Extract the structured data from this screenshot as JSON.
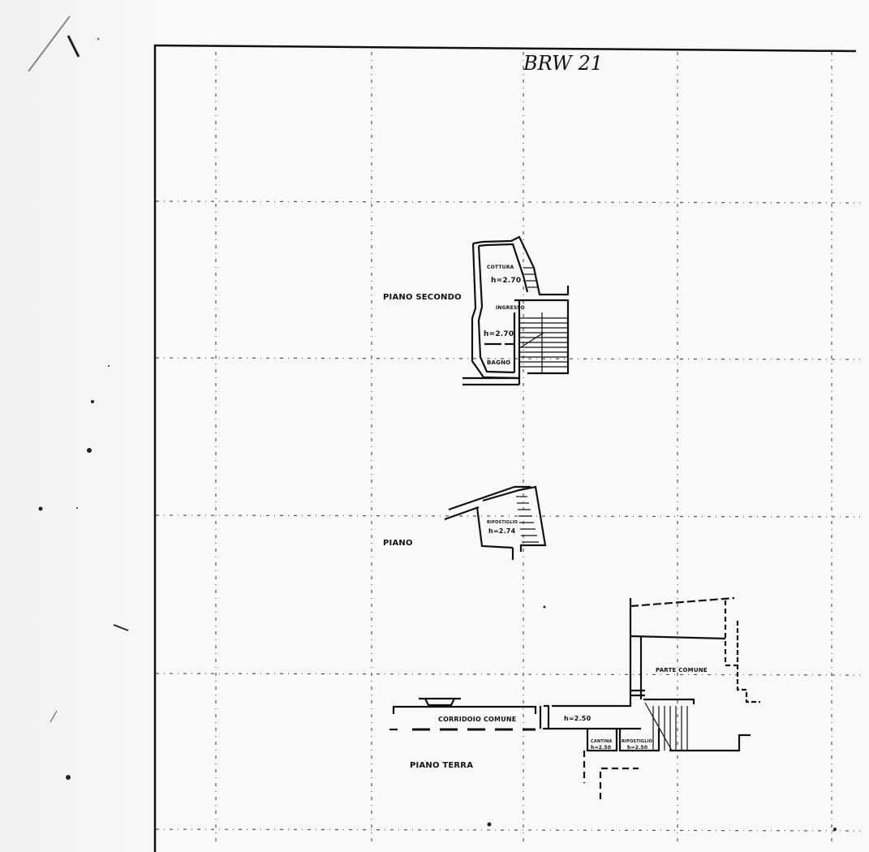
{
  "document": {
    "type": "floor-plan-scan",
    "header_handwritten": "BRW 21",
    "corner_mark": "∕.\\"
  },
  "floors": {
    "second": {
      "label": "PIANO SECONDO",
      "rooms": [
        {
          "name": "COTTURA",
          "height": "h=2.70"
        },
        {
          "name": "INGRESSO",
          "height": ""
        },
        {
          "name": "",
          "height": "h=2.70"
        },
        {
          "name": "BAGNO",
          "height": ""
        }
      ]
    },
    "first": {
      "label": "PIANO",
      "rooms": [
        {
          "name": "RIPOSTIGLIO",
          "height": "h=2.74"
        }
      ]
    },
    "ground": {
      "label": "PIANO TERRA",
      "rooms": [
        {
          "name": "CORRIDOIO COMUNE",
          "height": ""
        },
        {
          "name": "",
          "height": "h=2.50"
        },
        {
          "name": "CANTINA",
          "height": "h=2.50"
        },
        {
          "name": "RIPOSTIGLIO",
          "height": "h=2.50"
        },
        {
          "name": "PARTE COMUNE",
          "height": ""
        }
      ]
    }
  },
  "grid": {
    "vertical_x": [
      266,
      458,
      645,
      835,
      1025
    ],
    "horizontal_y": [
      248,
      441,
      635,
      830,
      1022
    ]
  },
  "colors": {
    "ink": "#111111",
    "paper": "#f9f9f9",
    "grid": "#555555"
  }
}
